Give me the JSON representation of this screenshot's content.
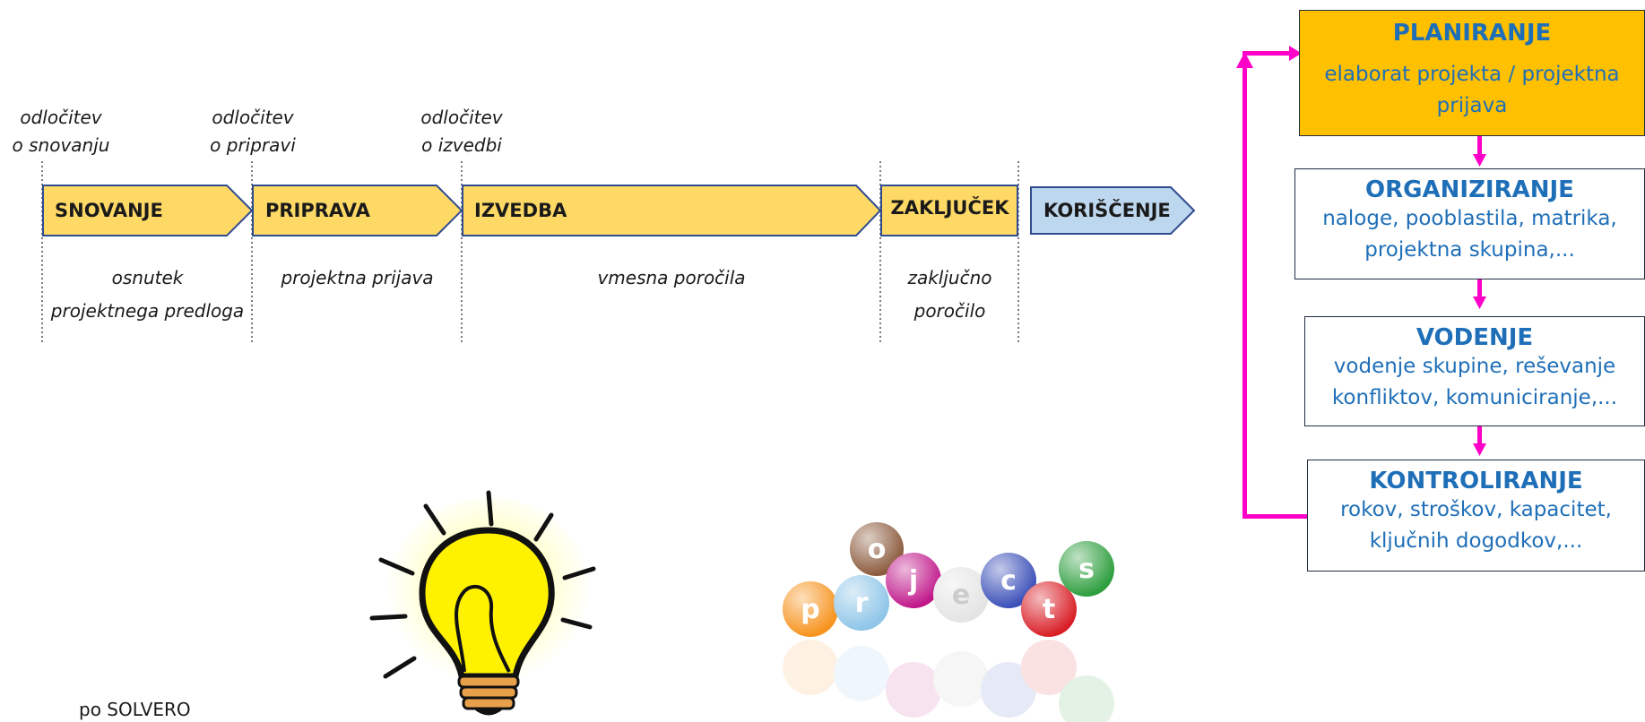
{
  "timeline": {
    "decisions": [
      {
        "line1": "odločitev",
        "line2": "o snovanju"
      },
      {
        "line1": "odločitev",
        "line2": "o pripravi"
      },
      {
        "line1": "odločitev",
        "line2": "o izvedbi"
      }
    ],
    "phases": [
      "SNOVANJE",
      "PRIPRAVA",
      "IZVEDBA",
      "ZAKLJUČEK",
      "KORIŠČENJE"
    ],
    "outputs": [
      {
        "line1": "osnutek",
        "line2": "projektnega predloga"
      },
      {
        "line1": "projektna prijava",
        "line2": ""
      },
      {
        "line1": "vmesna poročila",
        "line2": ""
      },
      {
        "line1": "zaključno",
        "line2": "poročilo"
      }
    ],
    "colors": {
      "phase_fill": "#FFD966",
      "phase_stroke": "#2F4C8F",
      "use_fill": "#BDD7EE"
    }
  },
  "cycle": {
    "boxes": [
      {
        "title": "PLANIRANJE",
        "desc": "elaborat projekta / projektna prijava"
      },
      {
        "title": "ORGANIZIRANJE",
        "desc": "naloge, pooblastila, matrika, projektna skupina,..."
      },
      {
        "title": "VODENJE",
        "desc": "vodenje skupine, reševanje konfliktov, komuniciranje,..."
      },
      {
        "title": "KONTROLIRANJE",
        "desc": "rokov, stroškov, kapacitet, ključnih dogodkov,..."
      }
    ],
    "colors": {
      "highlight_fill": "#FFC000",
      "text": "#1F6FB8",
      "arrow": "#FF00C8"
    }
  },
  "images": {
    "lightbulb_icon": "lightbulb-icon",
    "projects_logo": "projects-bubbles-logo",
    "bubble_letters": [
      "p",
      "r",
      "o",
      "j",
      "e",
      "c",
      "t",
      "s"
    ]
  },
  "credit": "po SOLVERO"
}
